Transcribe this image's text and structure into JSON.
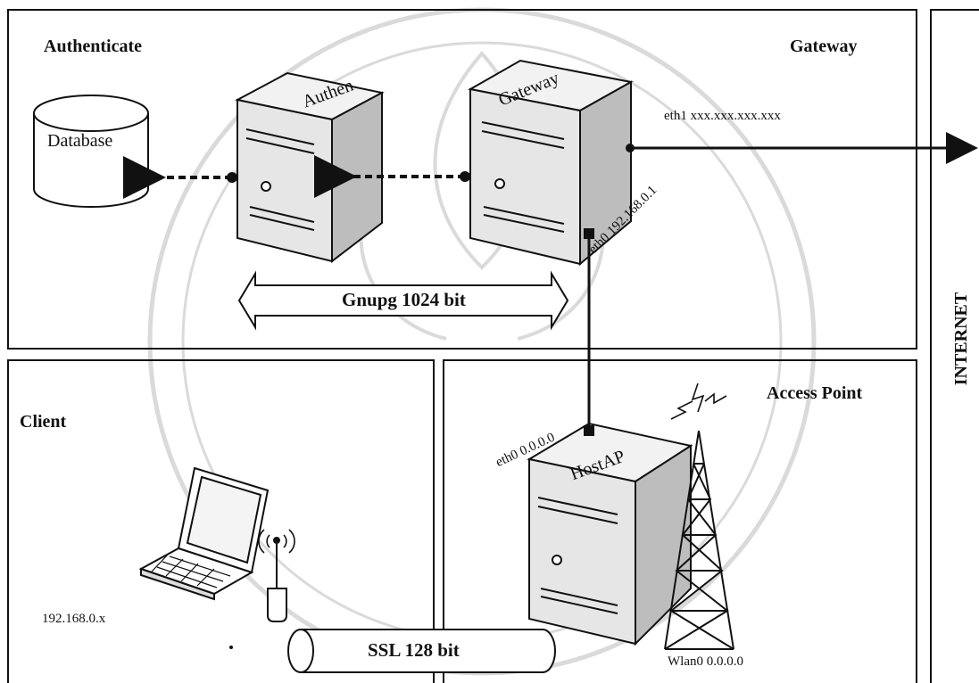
{
  "sections": {
    "authenticate": "Authenticate",
    "gateway": "Gateway",
    "client": "Client",
    "access_point": "Access Point",
    "internet": "INTERNET"
  },
  "nodes": {
    "database": "Database",
    "authen": "Authen",
    "gateway_server": "Gateway",
    "hostap": "HostAP"
  },
  "interfaces": {
    "eth1": "eth1 xxx.xxx.xxx.xxx",
    "eth0_gateway": "eth0 192.168.0.1",
    "eth0_hostap": "eth0 0.0.0.0",
    "wlan0": "Wlan0 0.0.0.0",
    "client_ip": "192.168.0.x"
  },
  "links": {
    "gnupg": "Gnupg 1024 bit",
    "ssl": "SSL 128 bit"
  },
  "colors": {
    "line": "#111111",
    "server_fill": "#e6e6e6",
    "server_shade": "#bdbdbd",
    "watermark": "#d9d9d9"
  }
}
